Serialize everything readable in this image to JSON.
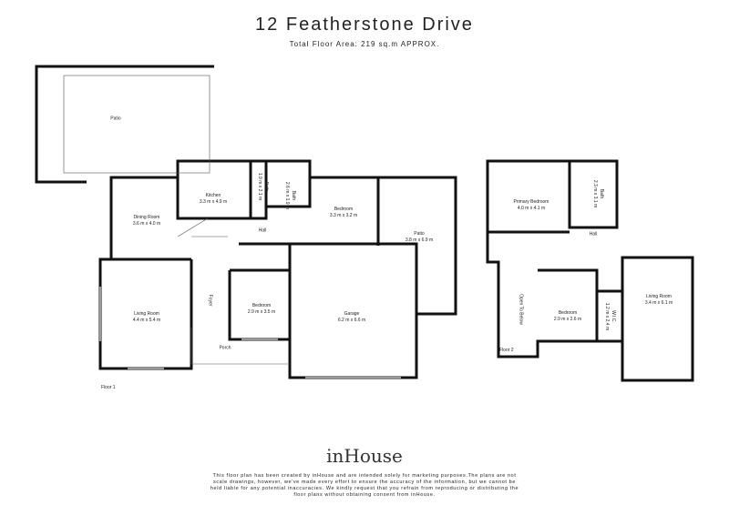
{
  "header": {
    "title": "12 Featherstone Drive",
    "subtitle": "Total Floor Area: 219 sq.m APPROX."
  },
  "floor1": {
    "label": "Floor 1",
    "rooms": [
      {
        "name": "Patio",
        "size": ""
      },
      {
        "name": "Kitchen",
        "size": "3.3 m x 4.9 m"
      },
      {
        "name": "Bath",
        "size": "1.9 m x 2.1 m"
      },
      {
        "name": "Bath",
        "size": "2.6 m x 1.9 m"
      },
      {
        "name": "Bedroom",
        "size": "3.3 m x 3.2 m"
      },
      {
        "name": "Dining Room",
        "size": "3.6 m x 4.0 m"
      },
      {
        "name": "Hall",
        "size": ""
      },
      {
        "name": "Patio",
        "size": "3.8 m x 6.9 m"
      },
      {
        "name": "Foyer",
        "size": ""
      },
      {
        "name": "Living Room",
        "size": "4.4 m x 5.4 m"
      },
      {
        "name": "Bedroom",
        "size": "2.9 m x 3.5 m"
      },
      {
        "name": "Garage",
        "size": "6.2 m x 6.6 m"
      },
      {
        "name": "Porch",
        "size": ""
      }
    ]
  },
  "floor2": {
    "label": "Floor 2",
    "rooms": [
      {
        "name": "Primary Bedroom",
        "size": "4.0 m x 4.1 m"
      },
      {
        "name": "Bath",
        "size": "2.3 m x 3.1 m"
      },
      {
        "name": "Hall",
        "size": ""
      },
      {
        "name": "Open To Below",
        "size": ""
      },
      {
        "name": "Bedroom",
        "size": "2.9 m x 2.6 m"
      },
      {
        "name": "W.I.C.",
        "size": "1.2 m x 2.4 m"
      },
      {
        "name": "Living Room",
        "size": "3.4 m x 6.1 m"
      }
    ]
  },
  "footer": {
    "logo": "inHouse",
    "disclaimer": "This floor plan has been created by inHouse and are intended solely for marketing purposes.The plans are not scale drawings, however, we've made every effort to ensure the accuracy of the information, but we cannot be held liable for any potential inaccuracies. We kindly request that you refrain from reproducing or distributing the floor plans without obtaining consent from inHouse."
  },
  "colors": {
    "wall": "#111111",
    "window": "#999999",
    "text": "#222222"
  }
}
